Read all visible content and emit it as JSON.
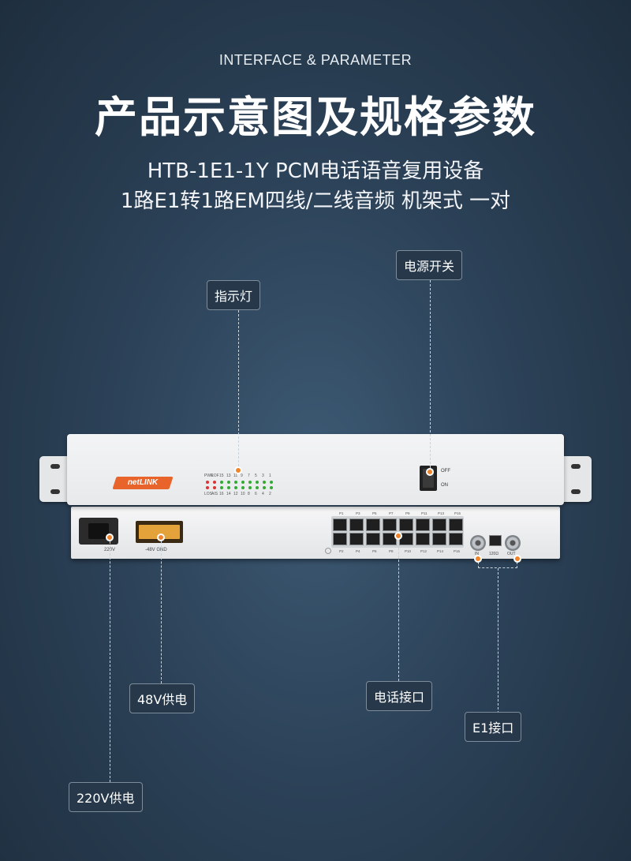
{
  "header": {
    "subtitle_en": "INTERFACE & PARAMETER",
    "title": "产品示意图及规格参数",
    "line1": "HTB-1E1-1Y PCM电话语音复用设备",
    "line2": "1路E1转1路EM四线/二线音频 机架式 一对"
  },
  "callouts": {
    "indicator": "指示灯",
    "power_switch": "电源开关",
    "power_48v": "48V供电",
    "phone_port": "电话接口",
    "e1_port": "E1接口",
    "power_220v": "220V供电"
  },
  "device": {
    "logo": "netLINK",
    "switch_off": "OFF",
    "switch_on": "ON",
    "led_top_labels": [
      "PWR",
      "LOF",
      "15",
      "13",
      "11",
      "9",
      "7",
      "5",
      "3",
      "1"
    ],
    "led_bottom_labels": [
      "LOS",
      "AIS",
      "16",
      "14",
      "12",
      "10",
      "8",
      "6",
      "4",
      "2"
    ],
    "label_220v": "220V",
    "label_48v": "-48V  GND",
    "ports_top": [
      "P1",
      "P3",
      "P5",
      "P7",
      "P9",
      "P11",
      "P13",
      "P15"
    ],
    "ports_bottom": [
      "P2",
      "P4",
      "P6",
      "P8",
      "P10",
      "P12",
      "P14",
      "P16"
    ],
    "e1_in": "IN",
    "e1_ohm": "120Ω",
    "e1_out": "OUT"
  },
  "colors": {
    "accent": "#f0842c",
    "background": "#2c4258",
    "logo": "#e9642b"
  }
}
